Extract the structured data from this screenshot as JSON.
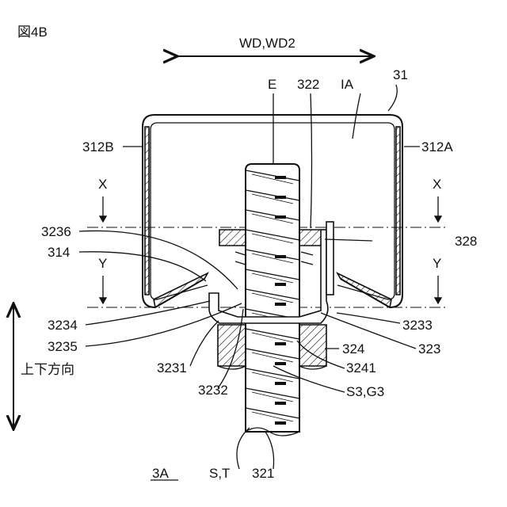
{
  "figure": {
    "title": "図4B",
    "direction_wd": "WD,WD2",
    "vertical_direction": "上下方向",
    "view_label": "3A"
  },
  "labels": {
    "E": "E",
    "n322": "322",
    "IA": "IA",
    "n31": "31",
    "n312B": "312B",
    "n312A": "312A",
    "X_left": "X",
    "X_right": "X",
    "Y_left": "Y",
    "Y_right": "Y",
    "n3236": "3236",
    "n314": "314",
    "n328": "328",
    "n3234": "3234",
    "n3235": "3235",
    "n3233": "3233",
    "n324": "324",
    "n323": "323",
    "n3231": "3231",
    "n3241": "3241",
    "n3232": "3232",
    "S3G3": "S3,G3",
    "ST": "S,T",
    "n321": "321"
  }
}
